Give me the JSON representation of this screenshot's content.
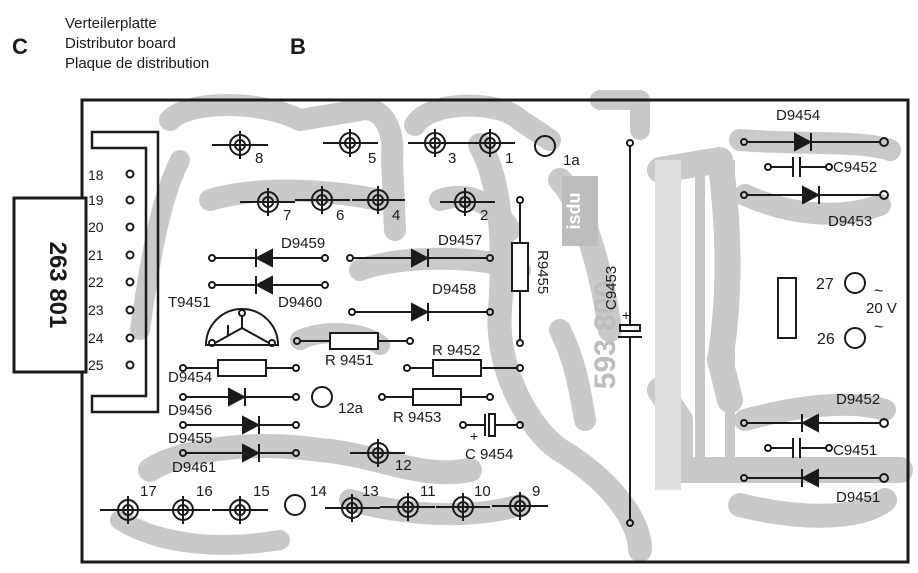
{
  "header": {
    "corner_left": "C",
    "corner_right": "B",
    "lines": [
      "Verteilerplatte",
      "Distributor board",
      "Plaque de distribution"
    ]
  },
  "connector": {
    "part_number": "263 801",
    "pins": [
      "18",
      "19",
      "20",
      "21",
      "22",
      "23",
      "24",
      "25"
    ]
  },
  "board_watermark": {
    "vertical_text": "593 800",
    "logo_text": "isdu"
  },
  "supply": {
    "voltage": "20 V",
    "ac_symbol": "~"
  },
  "terminals": [
    "8",
    "5",
    "3",
    "1",
    "1a",
    "7",
    "6",
    "4",
    "2",
    "12a",
    "12",
    "17",
    "16",
    "15",
    "14",
    "13",
    "11",
    "10",
    "9",
    "27",
    "26"
  ],
  "components": {
    "D9454": "D9454",
    "C9452": "C9452",
    "D9453": "D9453",
    "D9459": "D9459",
    "D9457": "D9457",
    "R9455": "R9455",
    "C9453": "C9453",
    "T9451": "T9451",
    "D9460": "D9460",
    "D9458": "D9458",
    "R9451": "R 9451",
    "R9452": "R 9452",
    "D9454b": "D9454",
    "D9456": "D9456",
    "R9453": "R 9453",
    "C9454": "C 9454",
    "D9455": "D9455",
    "D9461": "D9461",
    "D9452": "D9452",
    "C9451": "C9451",
    "D9451": "D9451"
  },
  "colors": {
    "ink": "#1a1a1a",
    "copper": "#c9c9c9",
    "board": "#ffffff"
  }
}
